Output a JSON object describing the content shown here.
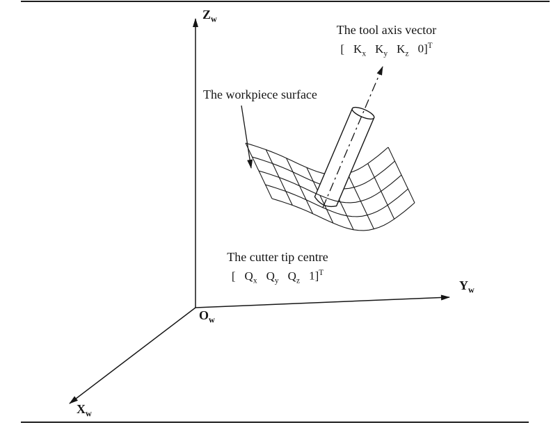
{
  "colors": {
    "ink": "#151515",
    "background": "#ffffff"
  },
  "axis_labels": {
    "z": {
      "base": "Z",
      "sub": "w"
    },
    "y": {
      "base": "Y",
      "sub": "w"
    },
    "x": {
      "base": "X",
      "sub": "w"
    },
    "origin": {
      "base": "O",
      "sub": "w"
    }
  },
  "tool_axis": {
    "title": "The tool axis vector",
    "vector": {
      "open": "[",
      "k1": {
        "base": "K",
        "sub": "x"
      },
      "k2": {
        "base": "K",
        "sub": "y"
      },
      "k3": {
        "base": "K",
        "sub": "z"
      },
      "w": "0",
      "close": "]",
      "transpose": "T"
    }
  },
  "workpiece": {
    "title": "The workpiece surface"
  },
  "cutter_tip": {
    "title": "The cutter tip centre",
    "vector": {
      "open": "[",
      "q1": {
        "base": "Q",
        "sub": "x"
      },
      "q2": {
        "base": "Q",
        "sub": "y"
      },
      "q3": {
        "base": "Q",
        "sub": "z"
      },
      "w": "1",
      "close": "]",
      "transpose": "T"
    }
  }
}
